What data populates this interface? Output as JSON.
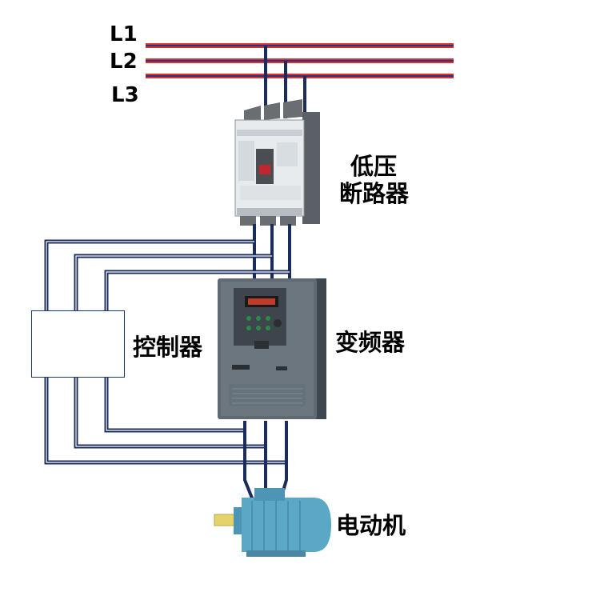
{
  "phases": [
    "L1",
    "L2",
    "L3"
  ],
  "labels": {
    "breaker": [
      "低压",
      "断路器"
    ],
    "controller": "控制器",
    "vfd": "变频器",
    "motor": "电动机"
  },
  "colors": {
    "busbar_red": "#e0302a",
    "busbar_blue": "#1b3a8c",
    "wire": "#1a2c5c",
    "breaker_body": "#e8ebee",
    "vfd_body": "#5f6a73",
    "motor_body": "#5aa7c6"
  }
}
